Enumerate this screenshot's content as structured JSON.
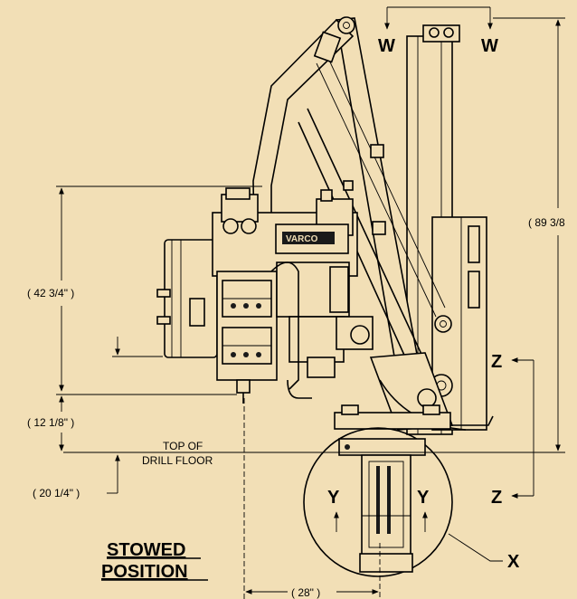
{
  "view": {
    "title_line1": "STOWED",
    "title_line2": "POSITION",
    "floor_label_line1": "TOP OF",
    "floor_label_line2": "DRILL FLOOR"
  },
  "dimensions": {
    "height_overall": "( 89 3/8",
    "height_upper": "( 42 3/4\" )",
    "height_middle": "( 12 1/8\" )",
    "height_below": "( 20 1/4\" )",
    "width_bottom": "( 28\" )"
  },
  "section_markers": {
    "w_left": "W",
    "w_right": "W",
    "z_upper": "Z",
    "z_lower": "Z",
    "y_left": "Y",
    "y_right": "Y",
    "x_detail": "X"
  }
}
